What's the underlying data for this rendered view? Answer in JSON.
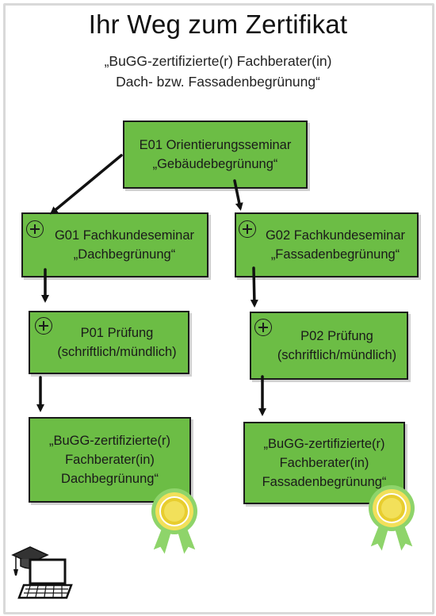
{
  "title": "Ihr Weg zum Zertifikat",
  "subtitle": {
    "line1": "„BuGG-zertifizierte(r) Fachberater(in)",
    "line2": "Dach- bzw. Fassadenbegrünung“"
  },
  "boxes": {
    "e01": {
      "line1": "E01 Orientierungsseminar",
      "line2": "„Gebäudebegrünung“"
    },
    "g01": {
      "line1": "G01 Fachkundeseminar",
      "line2": "„Dachbegrünung“"
    },
    "g02": {
      "line1": "G02 Fachkundeseminar",
      "line2": "„Fassadenbegrünung“"
    },
    "p01": {
      "line1": "P01 Prüfung",
      "line2": "(schriftlich/mündlich)"
    },
    "p02": {
      "line1": "P02 Prüfung",
      "line2": "(schriftlich/mündlich)"
    },
    "cert1": {
      "line1": "„BuGG-zertifizierte(r)",
      "line2": "Fachberater(in)",
      "line3": "Dachbegrünung“"
    },
    "cert2": {
      "line1": "„BuGG-zertifizierte(r)",
      "line2": "Fachberater(in)",
      "line3": "Fassadenbegrünung“"
    }
  },
  "colors": {
    "box_fill": "#6cbd45",
    "rosette_gold": "#f2e05a",
    "rosette_green": "#8ed46a",
    "outline": "#1b1b1b"
  },
  "icons": [
    "plus-circle-icon",
    "award-rosette-icon",
    "graduation-laptop-icon",
    "arrow-icon"
  ]
}
